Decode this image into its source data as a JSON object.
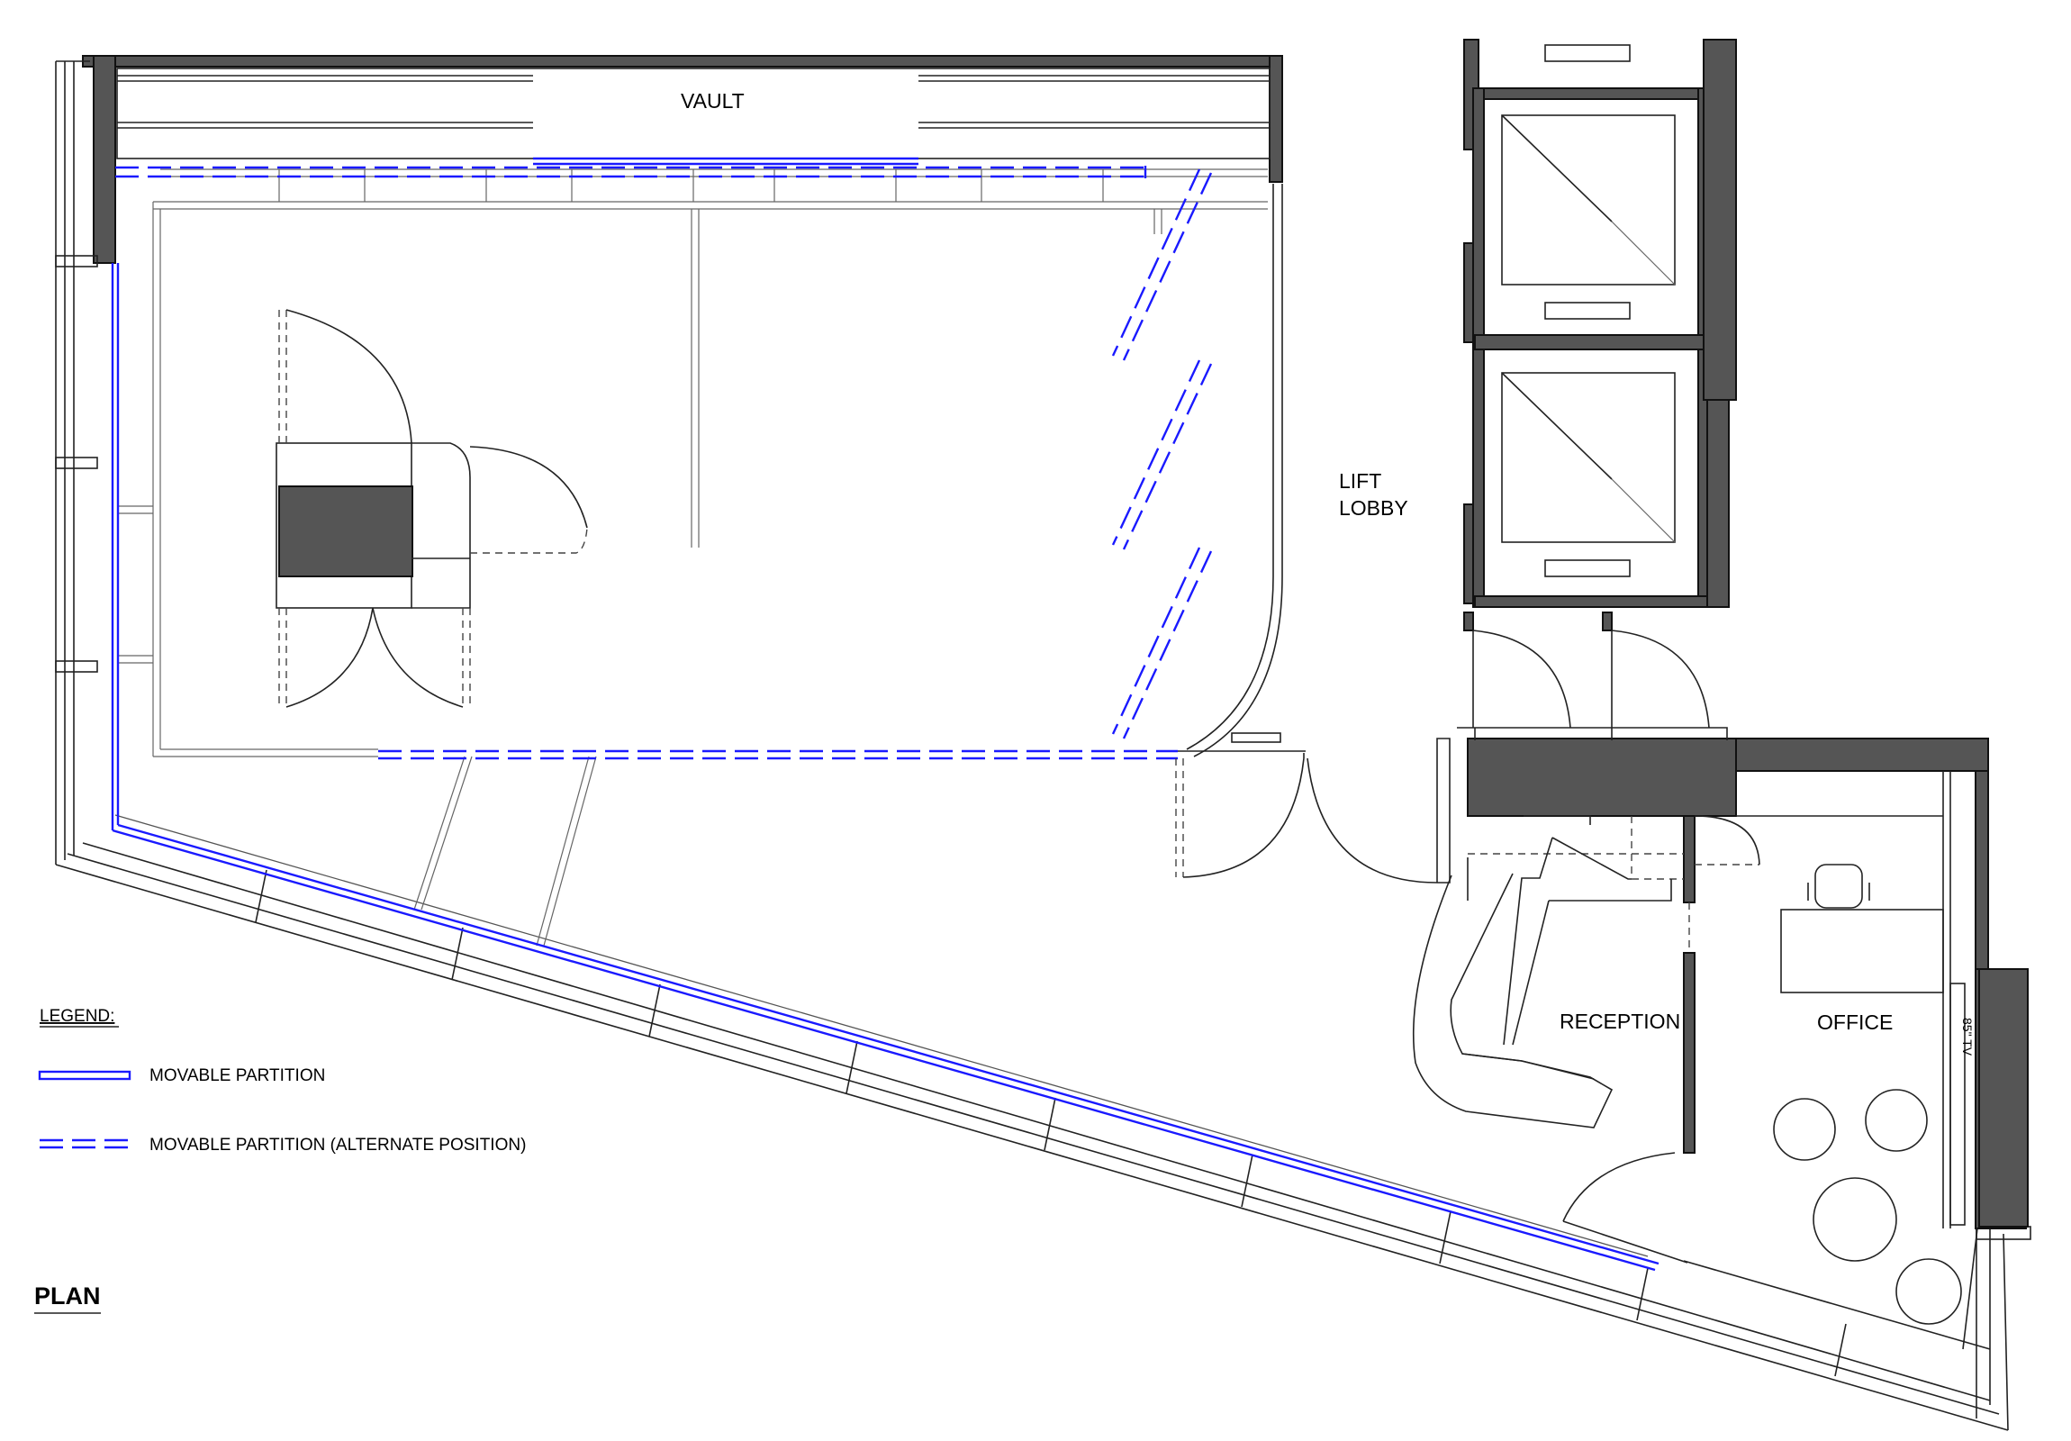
{
  "labels": {
    "vault": "VAULT",
    "lift_lobby_1": "LIFT",
    "lift_lobby_2": "LOBBY",
    "reception": "RECEPTION",
    "office": "OFFICE",
    "tv": "85\" TV"
  },
  "legend": {
    "title": "LEGEND:",
    "movable": "MOVABLE PARTITION",
    "movable_alt": "MOVABLE PARTITION (ALTERNATE POSITION)"
  },
  "plan_title": "PLAN",
  "colors": {
    "partition": "#1a1aff",
    "wall": "#555555"
  }
}
